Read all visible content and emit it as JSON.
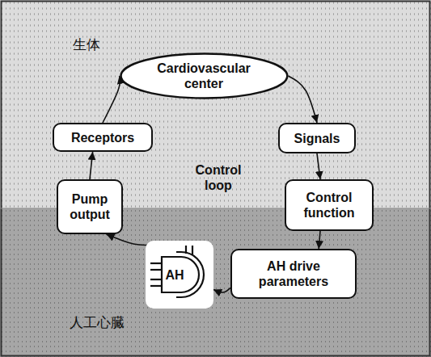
{
  "diagram": {
    "nodes": [
      {
        "text": [
          "生体"
        ]
      },
      {
        "text": [
          "Cardiovascular center"
        ],
        "in": 0
      },
      {
        "text": [
          "Receptors"
        ],
        "in": 0
      },
      {
        "text": [
          "Signals"
        ],
        "in": 0
      },
      {
        "text": [
          "Pump output"
        ]
      },
      {
        "text": [
          "Control function"
        ]
      },
      {
        "text": [
          "人工心臓"
        ]
      },
      {
        "text": [
          "AH"
        ],
        "in": 6
      },
      {
        "text": [
          "AH drive parameters"
        ],
        "in": 6
      }
    ],
    "edges": [
      {
        "from": 1,
        "to": 3,
        "arrow": "to"
      },
      {
        "from": 3,
        "to": 5,
        "arrow": "to"
      },
      {
        "from": 5,
        "to": 8,
        "arrow": "to"
      },
      {
        "from": 8,
        "to": 7,
        "arrow": "to"
      },
      {
        "from": 7,
        "to": 4,
        "arrow": "to"
      },
      {
        "from": 4,
        "to": 2,
        "arrow": "to"
      },
      {
        "from": 2,
        "to": 1,
        "arrow": "to"
      }
    ],
    "labels": [
      "Control loop"
    ]
  }
}
